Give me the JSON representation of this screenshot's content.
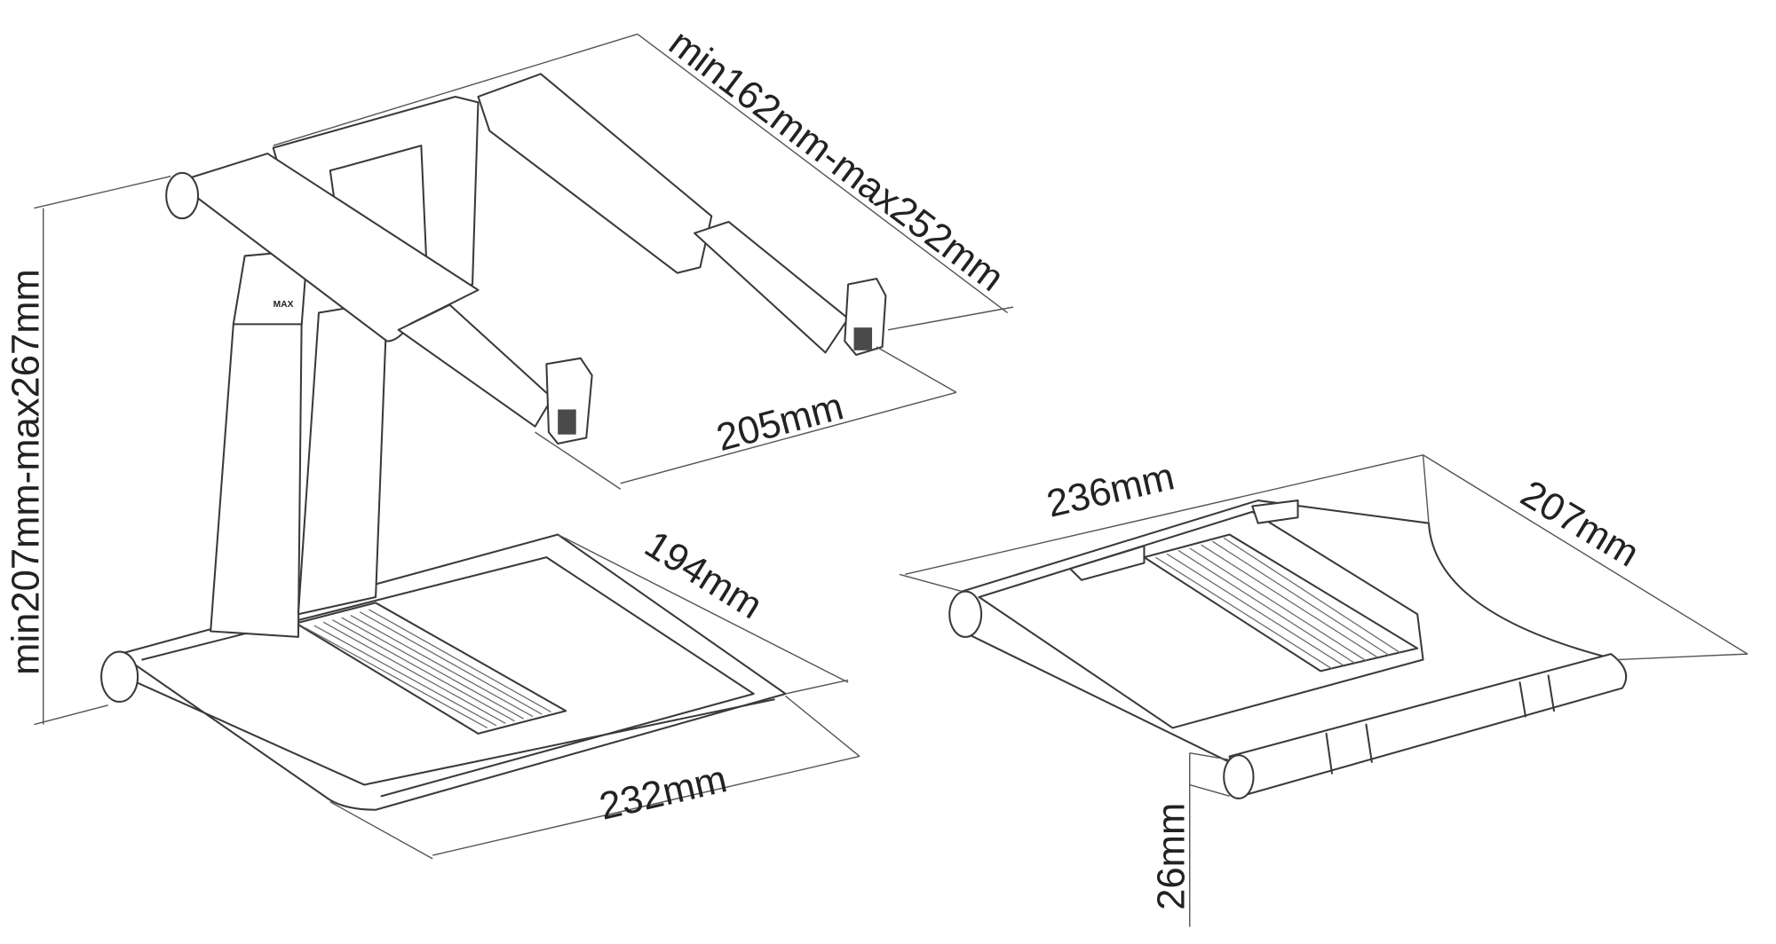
{
  "diagram": {
    "left_stand": {
      "width_label": "min162mm-max252mm",
      "arm_length_label": "205mm",
      "height_label": "min207mm-max267mm",
      "base_depth_label": "194mm",
      "base_width_label": "232mm",
      "pole_marking": "MAX"
    },
    "right_stand": {
      "width_label": "236mm",
      "depth_label": "207mm",
      "folded_height_label": "26mm"
    }
  }
}
